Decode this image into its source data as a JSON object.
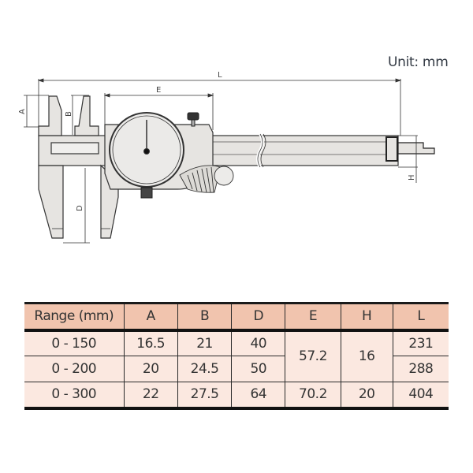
{
  "unit_label": "Unit: mm",
  "diagram": {
    "dimension_labels": {
      "A": "A",
      "B": "B",
      "D": "D",
      "E": "E",
      "H": "H",
      "L": "L"
    }
  },
  "table": {
    "headers": [
      "Range (mm)",
      "A",
      "B",
      "D",
      "E",
      "H",
      "L"
    ],
    "rows": [
      {
        "range": "0 - 150",
        "A": "16.5",
        "B": "21",
        "D": "40",
        "L": "231"
      },
      {
        "range": "0 - 200",
        "A": "20",
        "B": "24.5",
        "D": "50",
        "L": "288"
      },
      {
        "range": "0 - 300",
        "A": "22",
        "B": "27.5",
        "D": "64",
        "E": "70.2",
        "H": "20",
        "L": "404"
      }
    ],
    "merged": {
      "E_0_150_200": "57.2",
      "H_0_150_200": "16"
    },
    "colors": {
      "header_bg": "#f1c4ae",
      "row_bg": "#fbe8e0",
      "border": "#1a1a1a"
    }
  }
}
